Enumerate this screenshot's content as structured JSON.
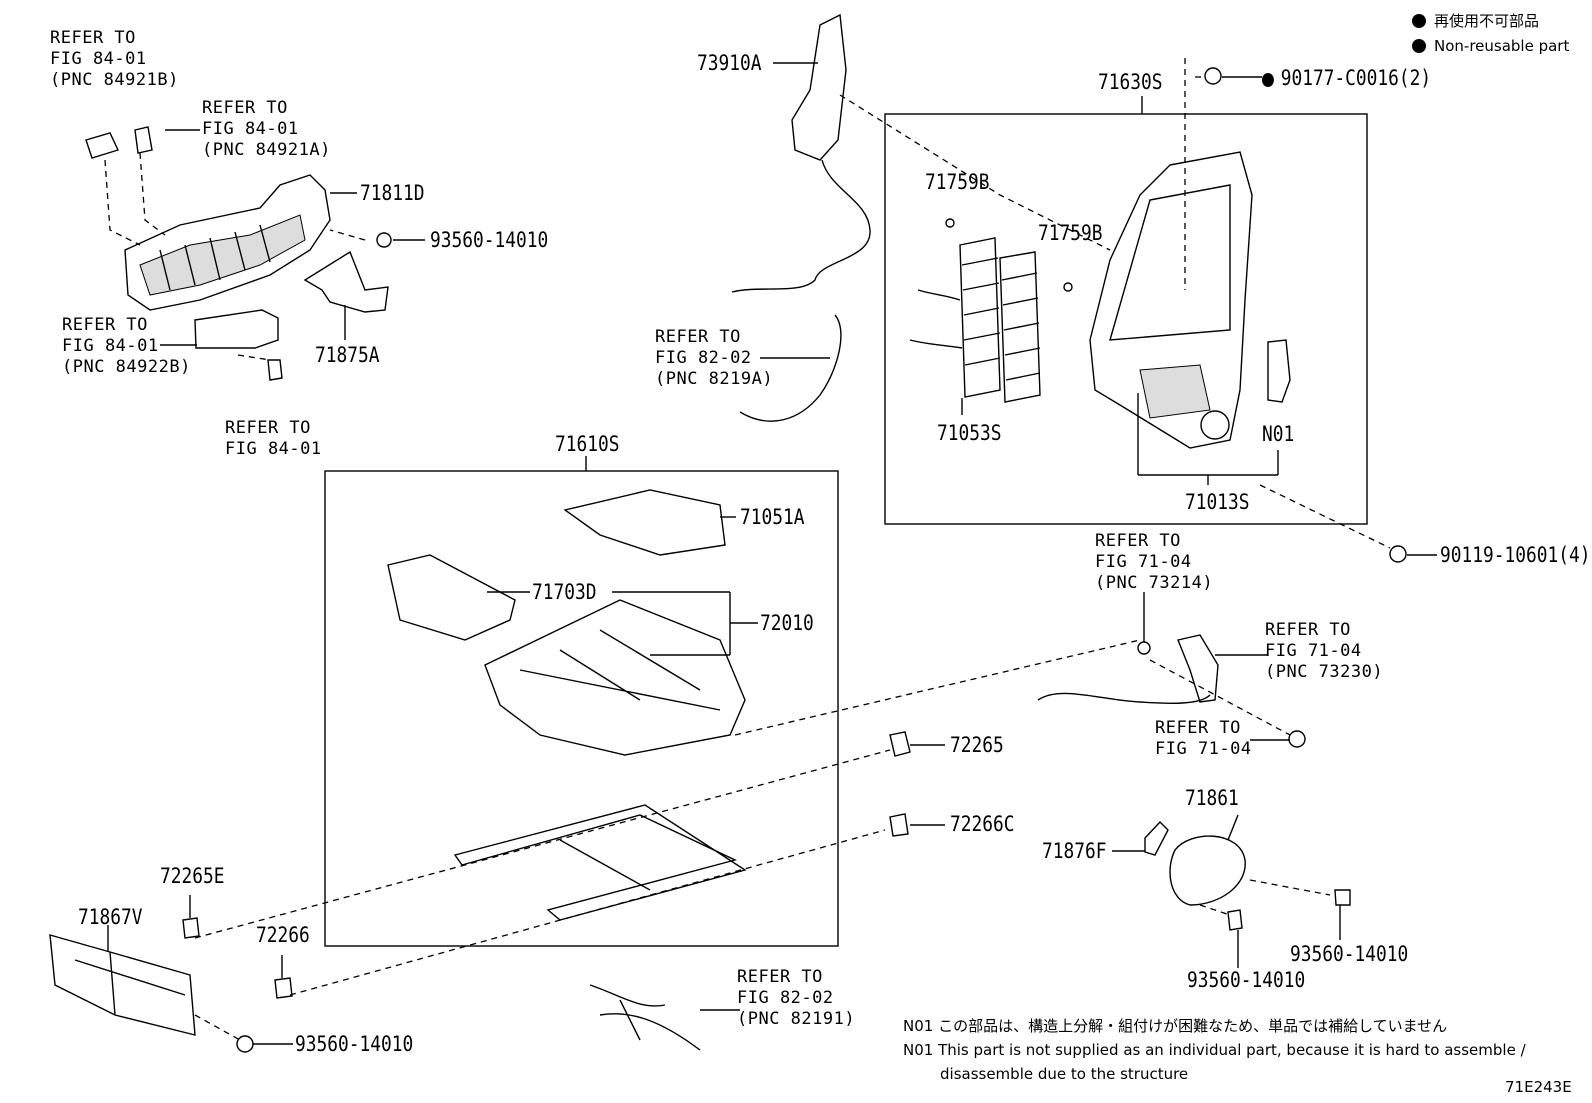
{
  "legend": {
    "jp": "再使用不可部品",
    "en": "Non-reusable part"
  },
  "refs": {
    "r84_01_b": [
      "REFER TO",
      "FIG 84-01",
      "(PNC 84921B)"
    ],
    "r84_01_a": [
      "REFER TO",
      "FIG 84-01",
      "(PNC 84921A)"
    ],
    "r84_01_922b": [
      "REFER TO",
      "FIG 84-01",
      "(PNC 84922B)"
    ],
    "r84_01": [
      "REFER TO",
      "FIG 84-01"
    ],
    "r82_02_219a": [
      "REFER TO",
      "FIG 82-02",
      "(PNC 8219A)"
    ],
    "r71_04_214": [
      "REFER TO",
      "FIG 71-04",
      "(PNC 73214)"
    ],
    "r71_04_230": [
      "REFER TO",
      "FIG 71-04",
      "(PNC 73230)"
    ],
    "r71_04": [
      "REFER TO",
      "FIG 71-04"
    ],
    "r82_02_191": [
      "REFER TO",
      "FIG 82-02",
      "(PNC 82191)"
    ]
  },
  "parts": {
    "p73910A": "73910A",
    "p71630S": "71630S",
    "p90177": "90177-C0016(2)",
    "p71811D": "71811D",
    "p93560_a": "93560-14010",
    "p71875A": "71875A",
    "p71759B_1": "71759B",
    "p71759B_2": "71759B",
    "p71053S": "71053S",
    "pN01": "N01",
    "p71013S": "71013S",
    "p90119": "90119-10601(4)",
    "p71610S": "71610S",
    "p71051A": "71051A",
    "p71703D": "71703D",
    "p72010": "72010",
    "p72265": "72265",
    "p72266C": "72266C",
    "p71861": "71861",
    "p71876F": "71876F",
    "p72265E": "72265E",
    "p71867V": "71867V",
    "p72266": "72266",
    "p93560_b": "93560-14010",
    "p93560_c": "93560-14010",
    "p93560_d": "93560-14010"
  },
  "notes": {
    "jp": "N01 この部品は、構造上分解・組付けが困難なため、単品では補給していません",
    "en1": "N01 This part is not supplied as an individual part, because it is hard to assemble /",
    "en2": "disassemble due to the structure"
  },
  "figure_id": "71E243E"
}
